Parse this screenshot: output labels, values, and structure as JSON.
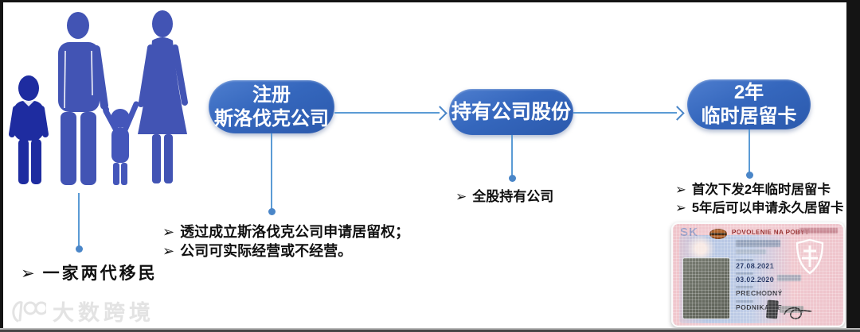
{
  "colors": {
    "node_fill_top": "#4e7ecf",
    "node_fill_bottom": "#2b59ac",
    "connector": "#5b9bd5",
    "figure_blue": "#4254b4",
    "figure_dark_blue": "#1e2ca0",
    "note_text": "#101010",
    "card_pink": "#f0c6cd",
    "card_blue": "#b7cbe6"
  },
  "bullet_glyph": "➢",
  "flow": {
    "nodes": [
      {
        "lines": [
          "注册",
          "斯洛伐克公司"
        ]
      },
      {
        "lines": [
          "持有公司股份"
        ]
      },
      {
        "lines": [
          "2年",
          "临时居留卡"
        ]
      }
    ],
    "family_note": "一家两代移民",
    "node_notes": [
      [
        "透过成立斯洛伐克公司申请居留权；",
        "公司可实际经营或不经营。"
      ],
      [
        "全股持有公司"
      ],
      [
        "首次下发2年临时居留卡",
        "5年后可以申请永久居留卡"
      ]
    ]
  },
  "card": {
    "country_code": "SK",
    "title": "POVOLENIE NA POBYT",
    "date1": "27.08.2021",
    "date2": "03.02.2020",
    "residence_type": "PRECHODNÝ",
    "purpose": "PODNIKANIE"
  },
  "watermark": {
    "brand": "大数跨境"
  }
}
